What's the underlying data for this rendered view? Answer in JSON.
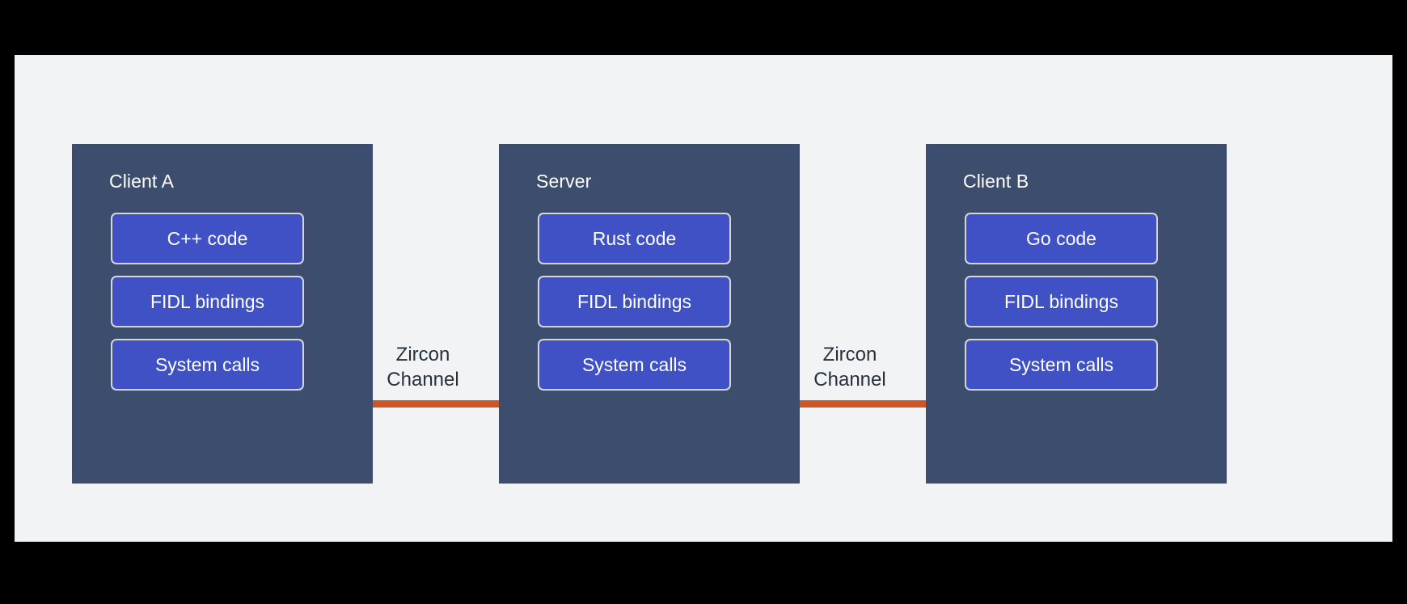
{
  "canvas": {
    "background_color": "#f1f3f4",
    "letterbox_color": "#000000"
  },
  "theme": {
    "panel_color": "#3d4d6e",
    "box_color": "#3f51c4",
    "box_border_color": "#d4d6da",
    "connector_color": "#cc5628",
    "panel_title_color": "#ffffff",
    "box_text_color": "#ffffff",
    "label_text_color": "#26313c"
  },
  "diagram": {
    "panels": [
      {
        "id": "client-a",
        "title": "Client A",
        "boxes": [
          {
            "label": "C++ code"
          },
          {
            "label": "FIDL bindings"
          },
          {
            "label": "System calls"
          }
        ]
      },
      {
        "id": "server",
        "title": "Server",
        "boxes": [
          {
            "label": "Rust code"
          },
          {
            "label": "FIDL bindings"
          },
          {
            "label": "System calls"
          }
        ]
      },
      {
        "id": "client-b",
        "title": "Client B",
        "boxes": [
          {
            "label": "Go code"
          },
          {
            "label": "FIDL bindings"
          },
          {
            "label": "System calls"
          }
        ]
      }
    ],
    "connectors": [
      {
        "id": "client-a-to-server",
        "label": "Zircon\nChannel"
      },
      {
        "id": "server-to-client-b",
        "label": "Zircon\nChannel"
      }
    ]
  }
}
